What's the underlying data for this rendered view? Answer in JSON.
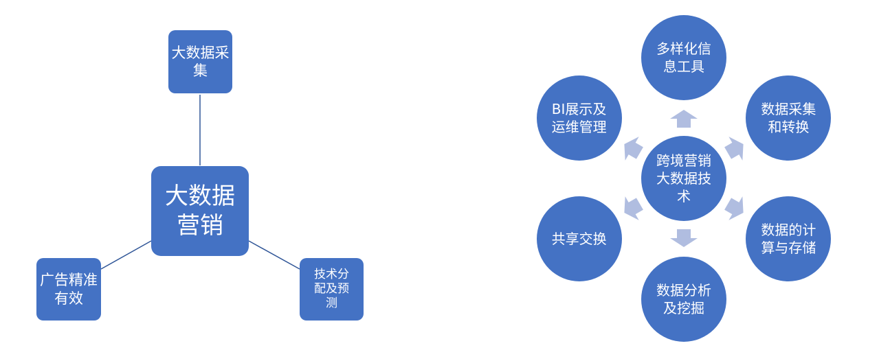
{
  "left_diagram": {
    "center": "大数据营销",
    "top": "大数据采集",
    "left": "广告精准有效",
    "right": "技术分配及预测"
  },
  "right_diagram": {
    "center": "跨境营销大数据技术",
    "nodes": [
      "多样化信息工具",
      "数据采集和转换",
      "数据的计算与存储",
      "数据分析及挖掘",
      "共享交换",
      "BI展示及运维管理"
    ]
  },
  "colors": {
    "node": "#4472c4",
    "arrow": "#b0bde0",
    "line": "#2f5597"
  }
}
